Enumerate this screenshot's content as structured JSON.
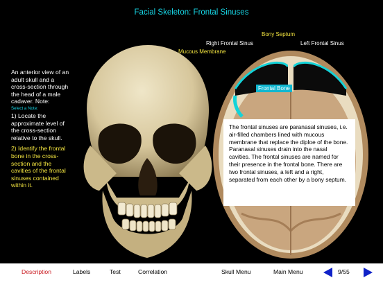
{
  "title": "Facial Skeleton: Frontal Sinuses",
  "left_panel": {
    "intro": "An anterior view of an adult skull and a cross-section through the head of a male cadaver. Note:",
    "select_note": "Select a Note:",
    "note1": "1) Locate the approximate level of the cross-section relative to the skull.",
    "note2": "2) Identify the frontal bone in the cross-section and the cavities of the frontal sinuses contained within it."
  },
  "labels": {
    "bony_septum": "Bony Septum",
    "right_frontal_sinus": "Right Frontal Sinus",
    "left_frontal_sinus": "Left Frontal Sinus",
    "mucous_membrane": "Mucous Membrane",
    "frontal_bone": "Frontal Bone"
  },
  "description": "The frontal sinuses are paranasal sinuses, i.e. air-filled chambers lined with mucous membrane that replace the diploe of the bone. Paranasal sinuses drain into the nasal cavities. The frontal sinuses are named for their presence in the frontal bone. There are two frontal sinuses, a left and a right, separated from each other by a bony septum.",
  "bottom_nav": {
    "description": "Description",
    "labels": "Labels",
    "test": "Test",
    "correlation": "Correlation",
    "skull_menu": "Skull Menu",
    "main_menu": "Main Menu",
    "page": "9/55"
  },
  "colors": {
    "accent_cyan": "#17d6e6",
    "accent_yellow": "#f5e640",
    "active_red": "#c8151b",
    "arrow_blue": "#1022c8"
  }
}
